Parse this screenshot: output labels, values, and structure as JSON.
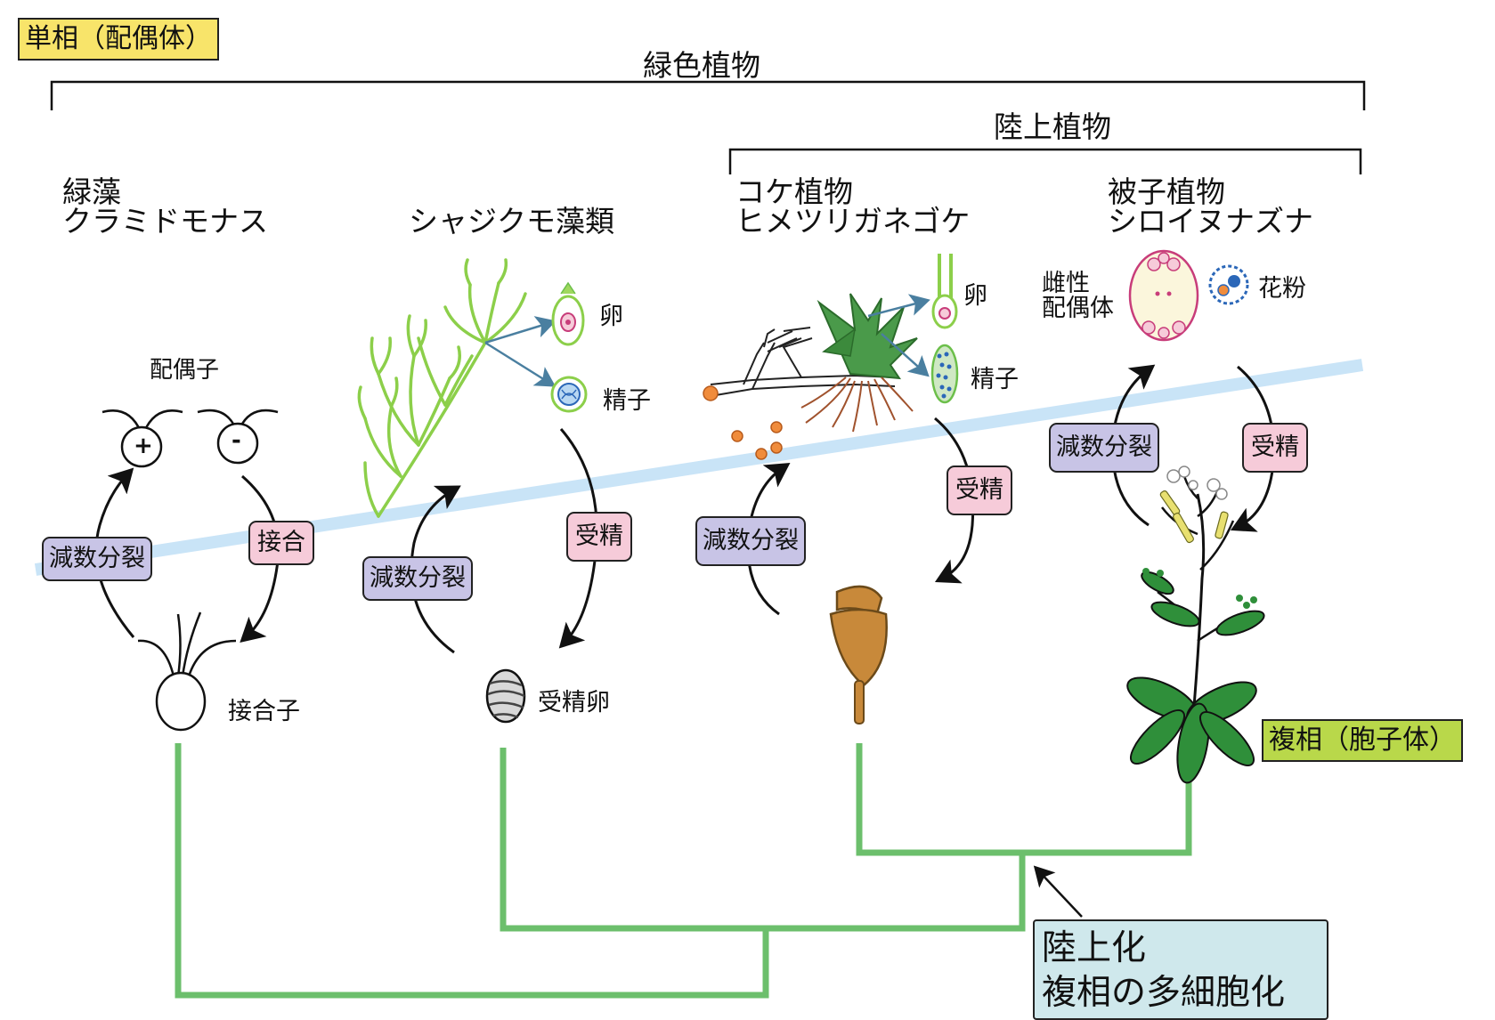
{
  "legend": {
    "haploid": "単相（配偶体）",
    "diploid": "複相（胞子体）",
    "haploid_color": "#f8e46a",
    "diploid_color": "#b9d84a"
  },
  "groups": {
    "green_plants": "緑色植物",
    "land_plants": "陸上植物"
  },
  "organisms": [
    {
      "group": "緑藻",
      "name": "クラミドモナス"
    },
    {
      "group": "",
      "name": "シャジクモ藻類"
    },
    {
      "group": "コケ植物",
      "name": "ヒメツリガネゴケ"
    },
    {
      "group": "被子植物",
      "name": "シロイヌナズナ"
    }
  ],
  "chlamy": {
    "gamete": "配偶子",
    "plus": "+",
    "minus": "-",
    "meiosis": "減数分裂",
    "conjugation": "接合",
    "zygote": "接合子"
  },
  "chara": {
    "egg": "卵",
    "sperm": "精子",
    "meiosis": "減数分裂",
    "fertilization": "受精",
    "fertilized_egg": "受精卵"
  },
  "moss": {
    "egg": "卵",
    "sperm": "精子",
    "meiosis": "減数分裂",
    "fertilization": "受精"
  },
  "angio": {
    "female_gametophyte": "雌性\n配偶体",
    "pollen": "花粉",
    "meiosis": "減数分裂",
    "fertilization": "受精"
  },
  "callout": {
    "line1": "陸上化",
    "line2": "複相の多細胞化",
    "bg": "#cfe8ec"
  },
  "colors": {
    "tree": "#6cbf6c",
    "boundary": "#c9e4f7",
    "meiosis_box": "#c8c4e6",
    "fertilization_box": "#f6cbd9"
  }
}
